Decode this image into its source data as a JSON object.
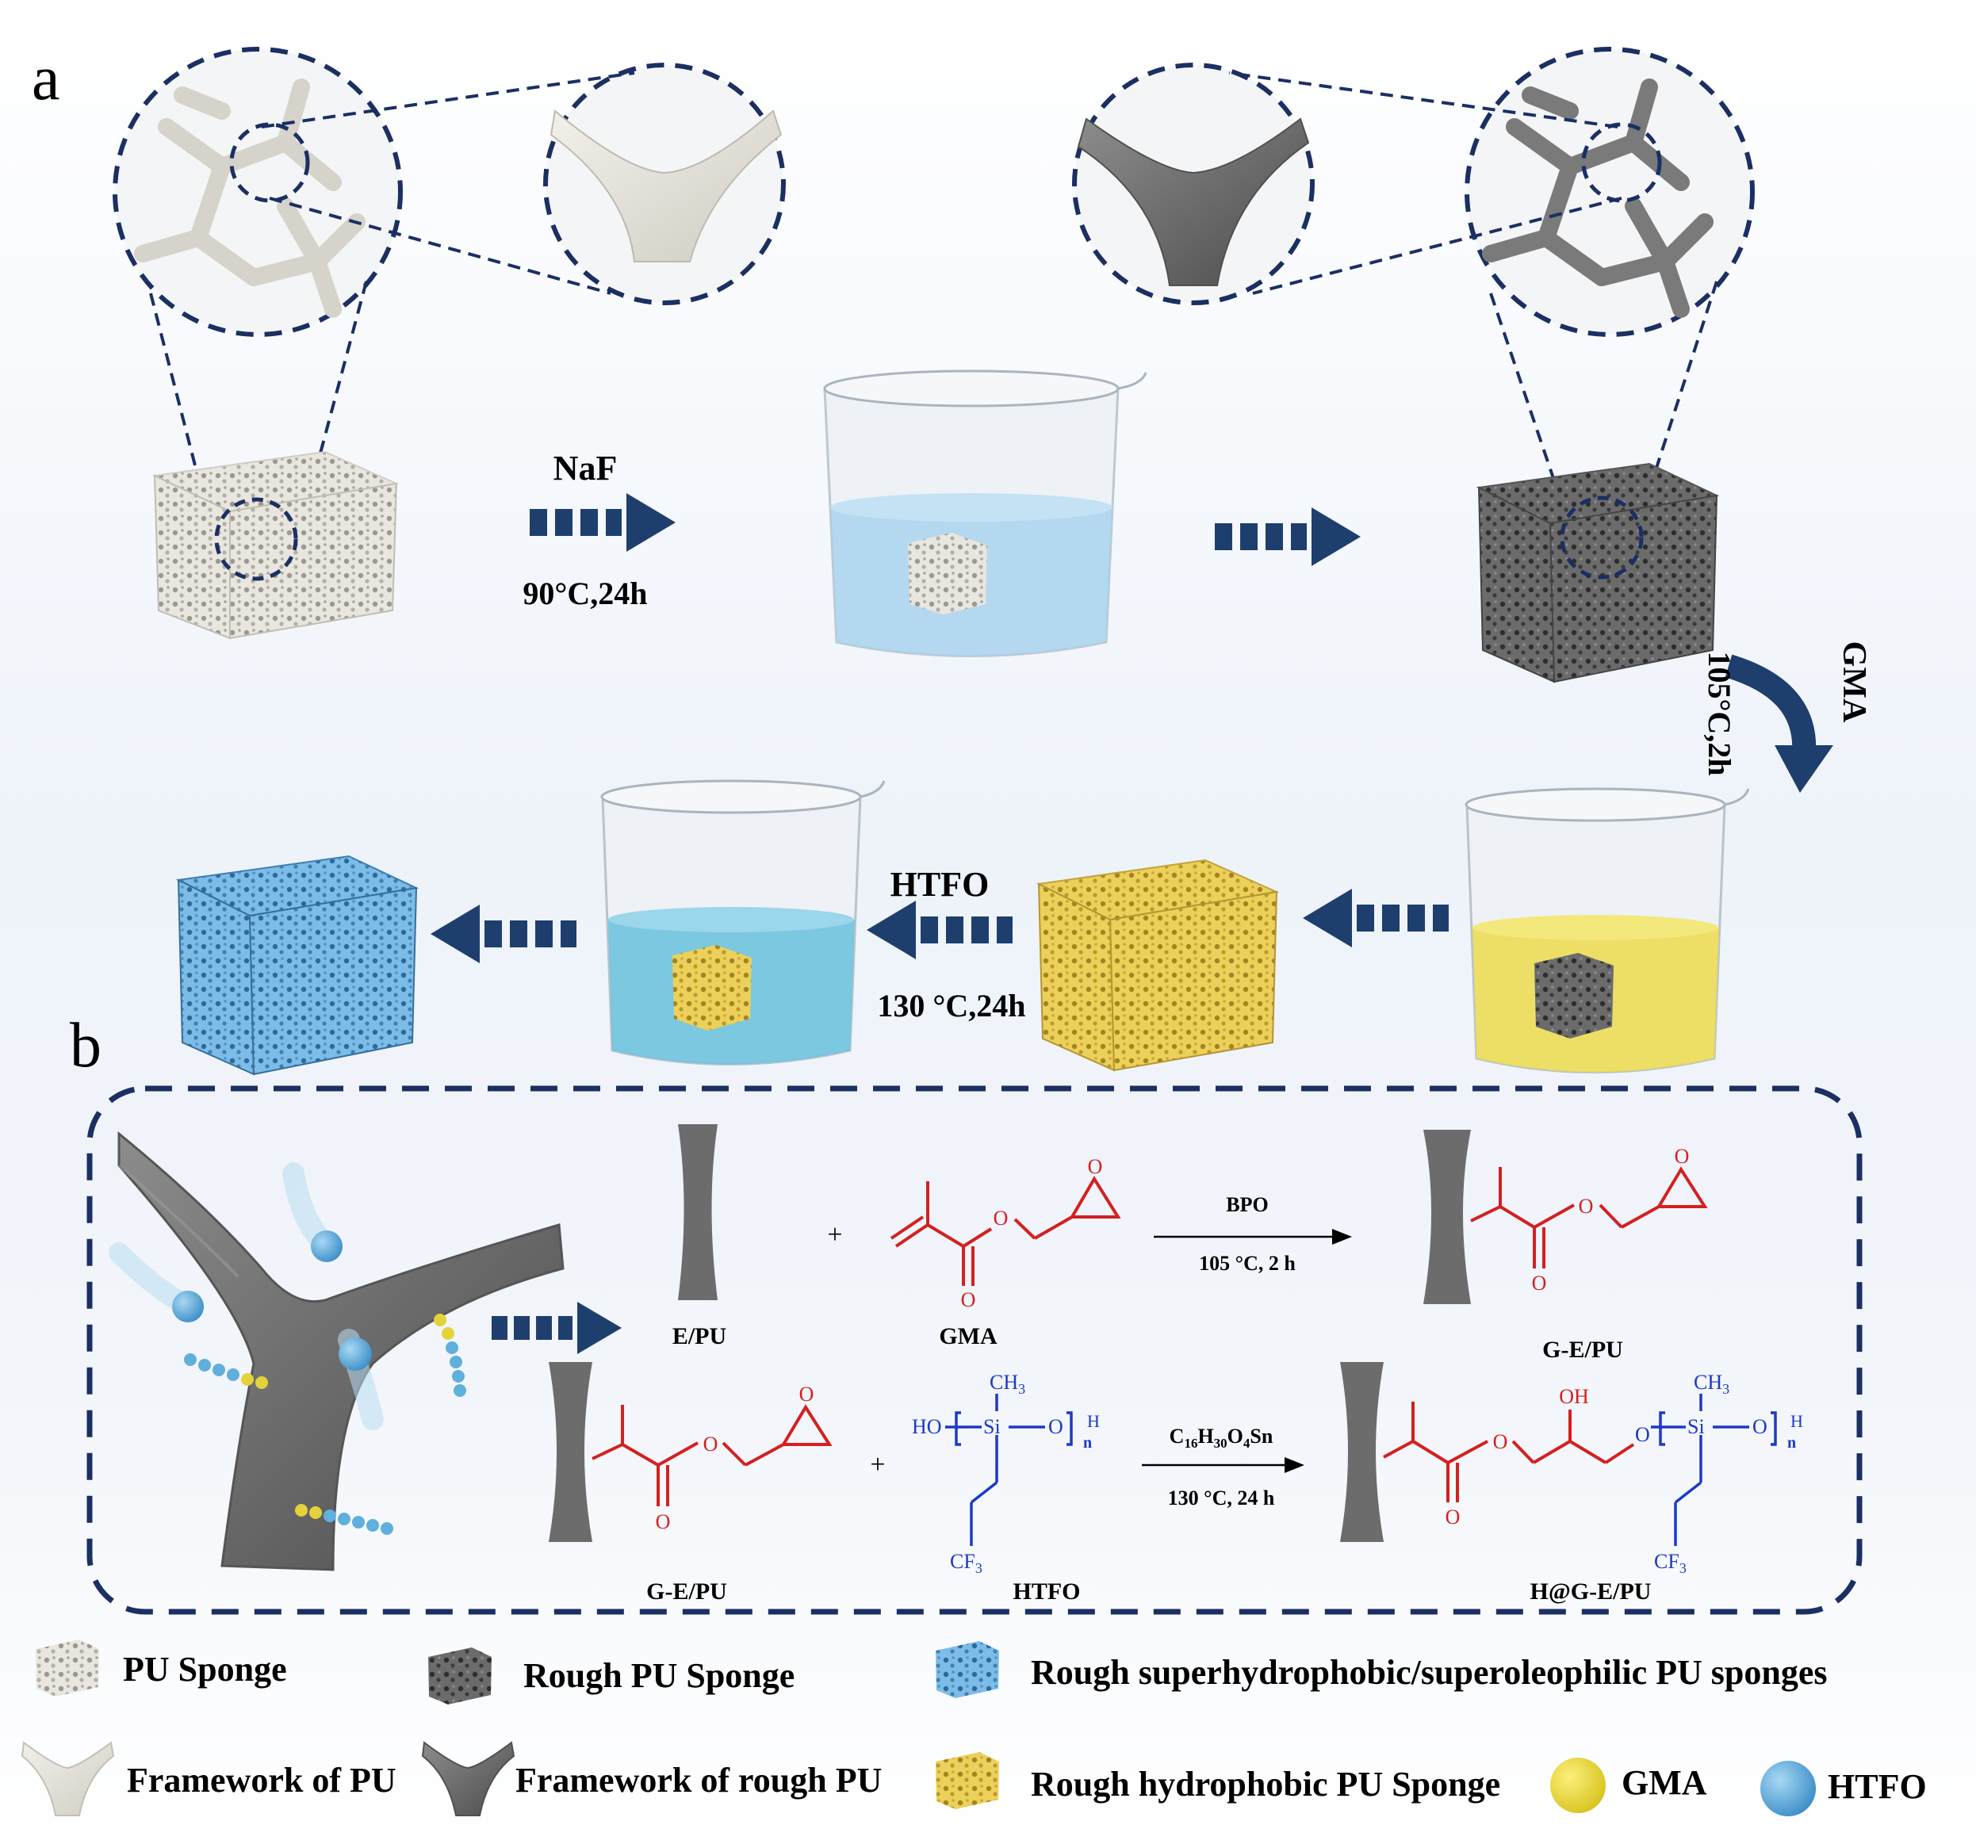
{
  "panel_labels": {
    "a": "a",
    "b": "b"
  },
  "steps": {
    "naf": {
      "reagent": "NaF",
      "condition": "90°C,24h"
    },
    "gma": {
      "reagent": "GMA",
      "condition": "105°C,2h"
    },
    "htfo": {
      "reagent": "HTFO",
      "condition": "130 °C,24h"
    }
  },
  "scheme": {
    "labels": {
      "epu": "E/PU",
      "gma": "GMA",
      "gepu_top": "G-E/PU",
      "gepu_bottom": "G-E/PU",
      "htfo": "HTFO",
      "product": "H@G-E/PU",
      "plus1": "+",
      "plus2": "+"
    },
    "reaction1": {
      "catalyst": "BPO",
      "condition": "105 °C, 2 h"
    },
    "reaction2": {
      "catalyst_base": "C",
      "catalyst_sub1": "16",
      "catalyst_h": "H",
      "catalyst_sub2": "30",
      "catalyst_o": "O",
      "catalyst_sub3": "4",
      "catalyst_sn": "Sn",
      "condition": "130 °C, 24 h"
    },
    "atoms": {
      "ch3": "CH",
      "ch3_sub": "3",
      "si": "Si",
      "ho": "HO",
      "o": "O",
      "oh": "OH",
      "h": "H",
      "n": "n",
      "cf3": "CF",
      "cf3_sub": "3"
    }
  },
  "legend": {
    "pu_sponge": "PU Sponge",
    "rough_pu_sponge": "Rough PU Sponge",
    "rough_superhydrophobic": "Rough superhydrophobic/superoleophilic PU sponges",
    "framework_pu": "Framework of PU",
    "framework_rough_pu": "Framework of rough PU",
    "rough_hydrophobic": "Rough hydrophobic PU Sponge",
    "gma": "GMA",
    "htfo": "HTFO"
  },
  "colors": {
    "navy": "#1e3f6e",
    "dashed_navy": "#1b2f63",
    "red": "#d42020",
    "blue": "#1c39c9",
    "white_sponge": "#e6e4dc",
    "rough_sponge": "#5d5d5d",
    "yellow_sponge": "#eacb52",
    "blue_sponge": "#73b5e0",
    "beaker_blue": "#a9d4ee",
    "beaker_yellow": "#ecdc57",
    "beaker_teal": "#6ec3de"
  }
}
